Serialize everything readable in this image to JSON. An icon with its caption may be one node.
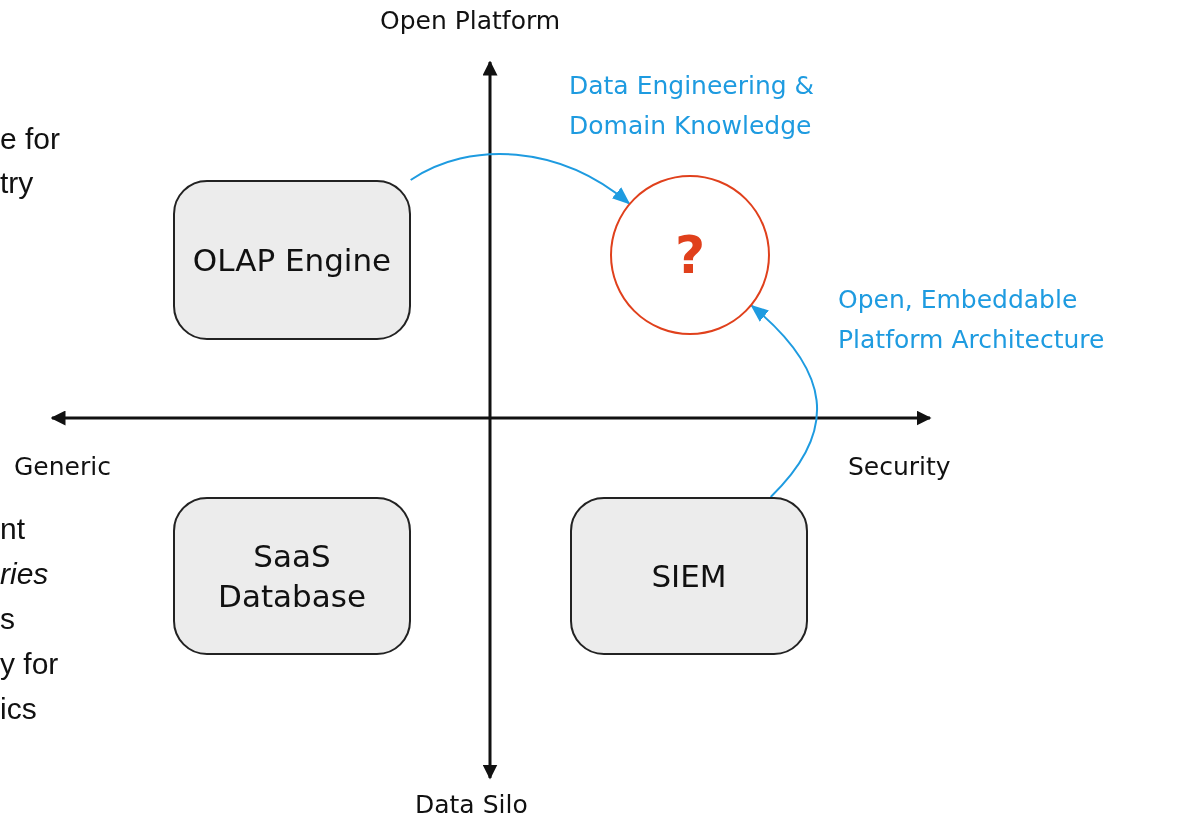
{
  "diagram": {
    "nodes": [
      {
        "text": [
          "OLAP Engine"
        ]
      },
      {
        "text": [
          "?"
        ]
      },
      {
        "text": [
          "SaaS Database"
        ]
      },
      {
        "text": [
          "SIEM"
        ]
      }
    ],
    "edges": [
      {
        "from": 0,
        "to": 1,
        "arrow": "to",
        "label": "Data Engineering & Domain Knowledge"
      },
      {
        "from": 3,
        "to": 1,
        "arrow": "to",
        "label": "Open, Embeddable Platform Architecture"
      }
    ],
    "labels": [
      "Open Platform",
      "e for",
      "try",
      "Generic",
      "Security",
      "nt",
      "ries",
      "s",
      "y for",
      "ics",
      "Data Silo"
    ]
  }
}
